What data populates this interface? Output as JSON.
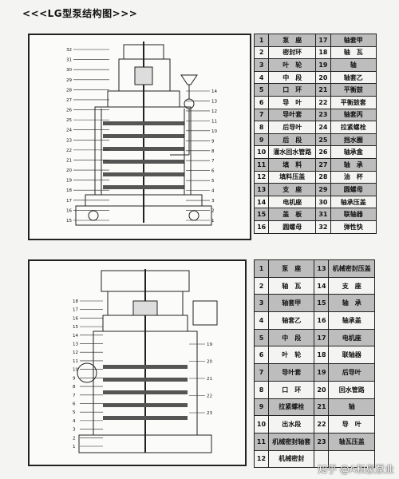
{
  "title": "<<<LG型泵结构图>>>",
  "watermark": "知乎 @A和泉泵业",
  "diagram1": {
    "left_callouts": [
      "32",
      "31",
      "30",
      "29",
      "28",
      "27",
      "26",
      "25",
      "24",
      "23",
      "22",
      "21",
      "20",
      "19",
      "18",
      "17",
      "16",
      "15"
    ],
    "right_callouts": [
      "14",
      "13",
      "12",
      "11",
      "10",
      "9",
      "8",
      "7",
      "6",
      "5",
      "4",
      "3",
      "2",
      "1"
    ]
  },
  "table1": [
    [
      "1",
      "泵　座",
      "17",
      "轴套甲"
    ],
    [
      "2",
      "密封环",
      "18",
      "轴　瓦"
    ],
    [
      "3",
      "叶　轮",
      "19",
      "轴"
    ],
    [
      "4",
      "中　段",
      "20",
      "轴套乙"
    ],
    [
      "5",
      "口　环",
      "21",
      "平衡鼓"
    ],
    [
      "6",
      "导　叶",
      "22",
      "平衡鼓套"
    ],
    [
      "7",
      "导叶套",
      "23",
      "轴套丙"
    ],
    [
      "8",
      "后导叶",
      "24",
      "拉紧螺栓"
    ],
    [
      "9",
      "后　段",
      "25",
      "挡水圈"
    ],
    [
      "10",
      "灌水回水管路",
      "26",
      "轴承盒"
    ],
    [
      "11",
      "填　料",
      "27",
      "轴　承"
    ],
    [
      "12",
      "填料压盖",
      "28",
      "油　杯"
    ],
    [
      "13",
      "支　座",
      "29",
      "圆螺母"
    ],
    [
      "14",
      "电机座",
      "30",
      "轴承压盖"
    ],
    [
      "15",
      "盖　板",
      "31",
      "联轴器"
    ],
    [
      "16",
      "圆螺母",
      "32",
      "弹性快"
    ]
  ],
  "diagram2": {
    "left_callouts": [
      "18",
      "17",
      "16",
      "15",
      "14",
      "13",
      "12",
      "11",
      "10",
      "9",
      "8",
      "7",
      "6",
      "5",
      "4",
      "3",
      "2",
      "1"
    ],
    "right_callouts": [
      "19",
      "20",
      "21",
      "22",
      "23"
    ]
  },
  "table2": [
    [
      "1",
      "泵　座",
      "13",
      "机械密封压盖"
    ],
    [
      "2",
      "轴　瓦",
      "14",
      "支　座"
    ],
    [
      "3",
      "轴套甲",
      "15",
      "轴　承"
    ],
    [
      "4",
      "轴套乙",
      "16",
      "轴承盖"
    ],
    [
      "5",
      "中　段",
      "17",
      "电机座"
    ],
    [
      "6",
      "叶　轮",
      "18",
      "联轴器"
    ],
    [
      "7",
      "导叶套",
      "19",
      "后导叶"
    ],
    [
      "8",
      "口　环",
      "20",
      "回水管路"
    ],
    [
      "9",
      "拉紧螺栓",
      "21",
      "轴"
    ],
    [
      "10",
      "出水段",
      "22",
      "导　叶"
    ],
    [
      "11",
      "机械密封轴套",
      "23",
      "轴瓦压盖"
    ],
    [
      "12",
      "机械密封",
      "",
      ""
    ]
  ],
  "table1_shaded_rows": [
    0,
    2,
    4,
    6,
    8,
    10,
    12,
    14
  ],
  "table2_shaded_rows": [
    0,
    2,
    4,
    6,
    8,
    10
  ]
}
